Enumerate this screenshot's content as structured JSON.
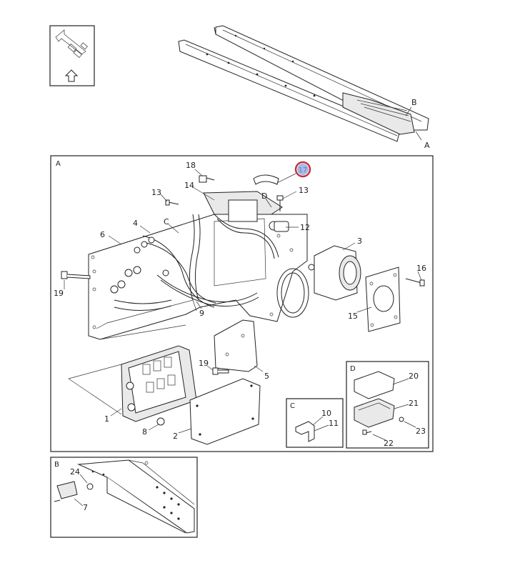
{
  "panels": {
    "A": "A",
    "B": "B",
    "C": "C",
    "D": "D"
  },
  "overview_callouts": {
    "A": "A",
    "B": "B"
  },
  "highlight_color": "#5b74c9",
  "highlighted_part": "17",
  "callouts": {
    "p1": "1",
    "p2": "2",
    "p3": "3",
    "p4": "4",
    "p5": "5",
    "p6": "6",
    "p7": "7",
    "p8": "8",
    "p9": "9",
    "p10": "10",
    "p11": "11",
    "p12": "12",
    "p13a": "13",
    "p13b": "13",
    "p14": "14",
    "p15": "15",
    "p16": "16",
    "p17": "17",
    "p18": "18",
    "p19a": "19",
    "p19b": "19",
    "p20": "20",
    "p21": "21",
    "p22": "22",
    "p23": "23",
    "p24": "24"
  },
  "sub_labels": {
    "C": "C",
    "D": "D"
  },
  "icons": [
    "orientation-arrow-icon"
  ]
}
